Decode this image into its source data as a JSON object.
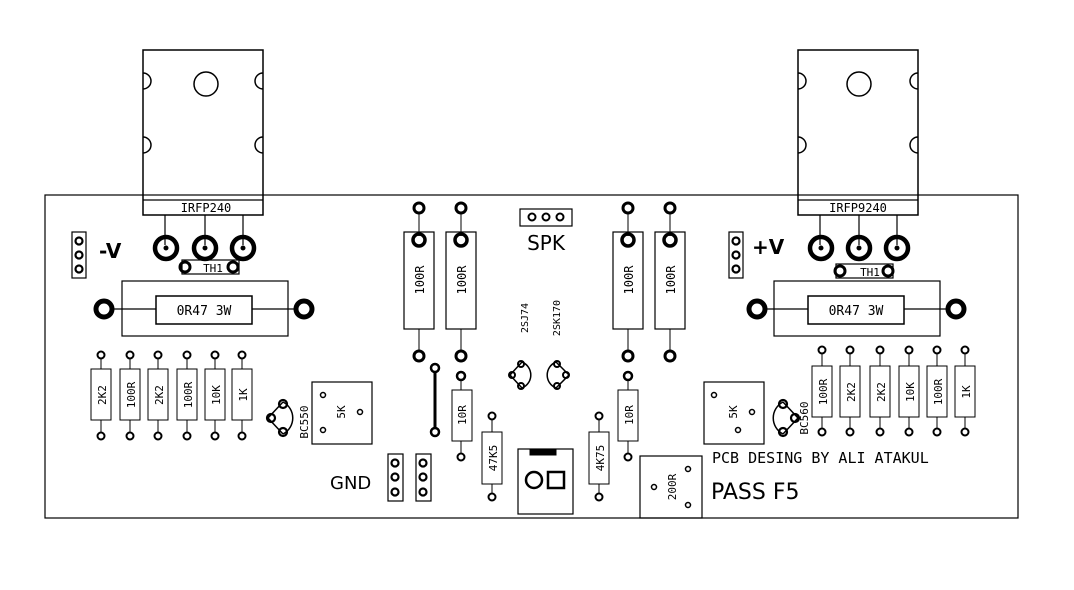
{
  "mosfets": [
    {
      "id": "q-left",
      "label": "IRFP240"
    },
    {
      "id": "q-right",
      "label": "IRFP9240"
    }
  ],
  "thermistors": [
    {
      "id": "th-left",
      "label": "TH1"
    },
    {
      "id": "th-right",
      "label": "TH1"
    }
  ],
  "power_resistors": [
    {
      "id": "pr-left",
      "label": "0R47 3W"
    },
    {
      "id": "pr-right",
      "label": "0R47 3W"
    }
  ],
  "rail_labels": {
    "negative": "-V",
    "positive": "+V"
  },
  "speaker_label": "SPK",
  "ground_label": "GND",
  "center_resistors": [
    "100R",
    "100R",
    "100R",
    "100R"
  ],
  "jfets": [
    "2SJ74",
    "2SK170"
  ],
  "left_resistors": [
    "2K2",
    "100R",
    "2K2",
    "100R",
    "10K",
    "1K"
  ],
  "right_resistors": [
    "100R",
    "2K2",
    "2K2",
    "10K",
    "100R",
    "1K"
  ],
  "small_resistors": [
    "10R",
    "47K5",
    "4K75",
    "10R"
  ],
  "trimmers": [
    {
      "id": "trim-left",
      "label": "5K"
    },
    {
      "id": "trim-right",
      "label": "5K"
    },
    {
      "id": "trim-center",
      "label": "200R"
    }
  ],
  "transistors": [
    {
      "id": "bc-left",
      "label": "BC550"
    },
    {
      "id": "bc-right",
      "label": "BC560"
    }
  ],
  "credit": "PCB DESING BY ALI ATAKUL",
  "title": "PASS F5"
}
